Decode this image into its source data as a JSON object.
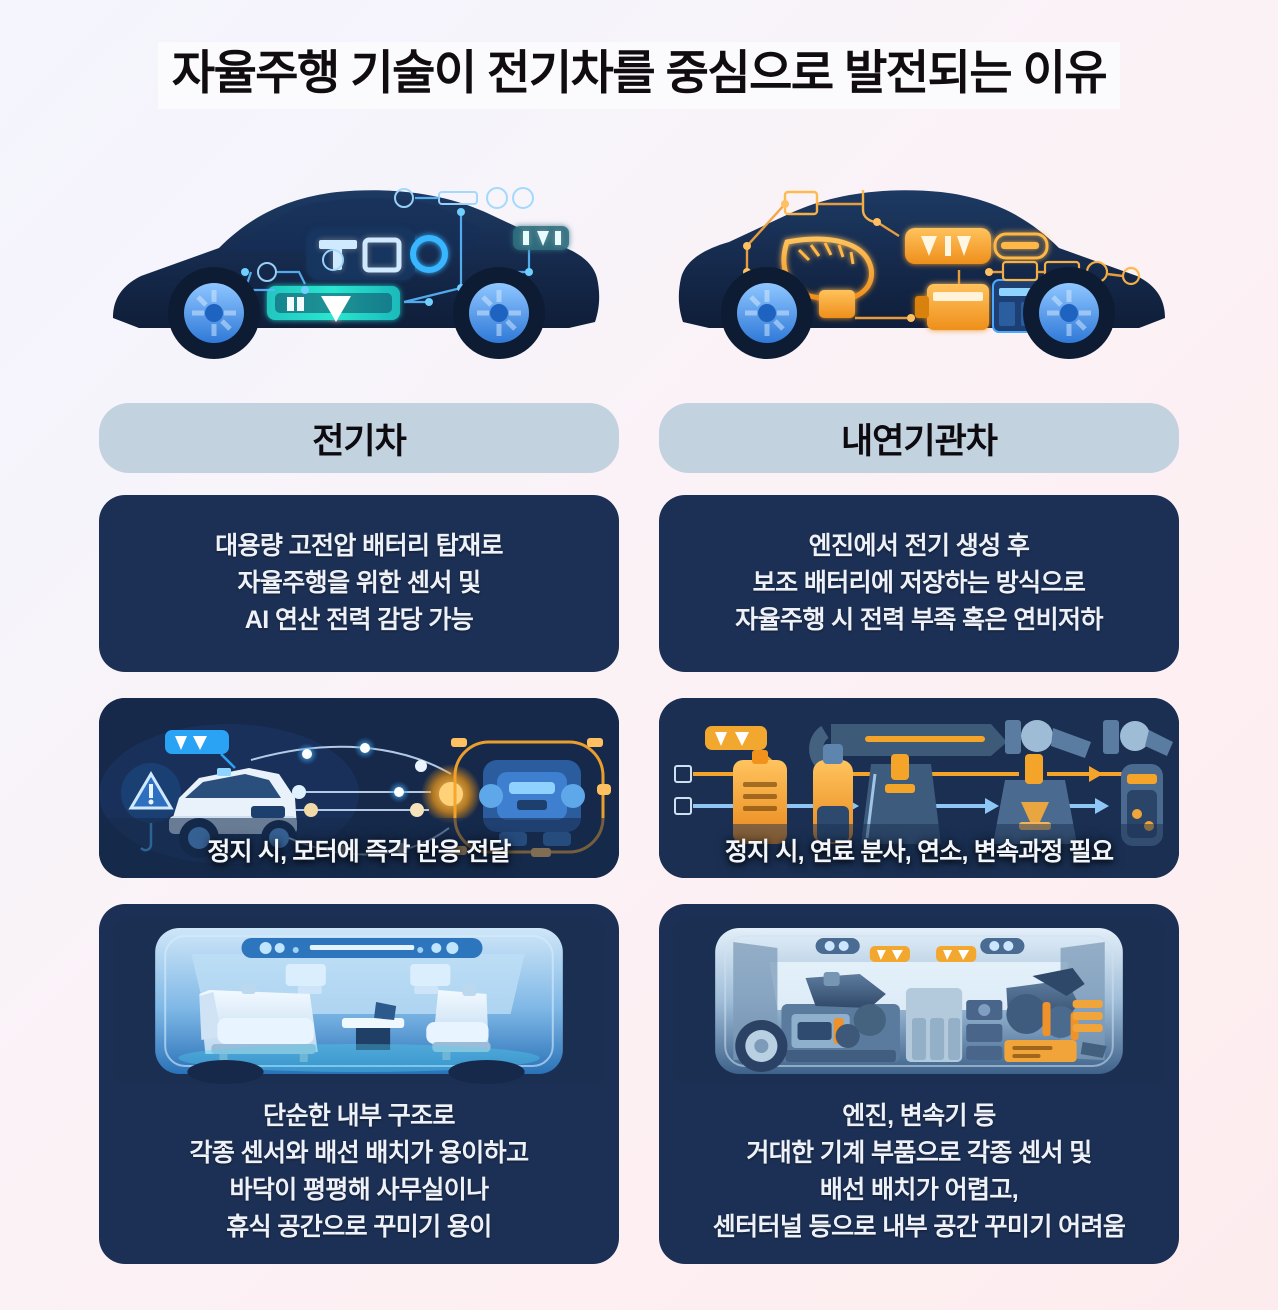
{
  "title": "자율주행 기술이 전기차를 중심으로 발전되는 이유",
  "colors": {
    "bg_start": "#f4f5fd",
    "bg_end": "#fdecee",
    "card_navy": "#1c3055",
    "pill_grey_blue": "#c3d2df",
    "ev_accent_blue": "#3aa7ff",
    "ev_accent_cyan": "#2de8d0",
    "ice_accent_orange": "#f5a02a",
    "title_text": "#100c0f",
    "card_text": "#eef2f8"
  },
  "columns": [
    {
      "id": "ev",
      "header": "전기차",
      "hero_alt": "전기차 측면 투시도 - 배터리 및 센서 배선",
      "rows": [
        {
          "type": "text",
          "text": "대용량 고전압 배터리 탑재로\n자율주행을 위한 센서 및\nAI 연산 전력 감당 가능"
        },
        {
          "type": "illustration",
          "caption": "정지 시, 모터에 즉각 반응 전달",
          "alt": "차량 센서 신호가 모터로 즉시 전달되는 네트워크"
        },
        {
          "type": "illustration_text",
          "alt": "평평한 바닥의 라운지형 전기차 실내",
          "text": "단순한 내부 구조로\n각종 센서와 배선 배치가 용이하고\n바닥이 평평해 사무실이나\n휴식 공간으로 꾸미기 용이"
        }
      ]
    },
    {
      "id": "ice",
      "header": "내연기관차",
      "hero_alt": "내연기관차 측면 투시도 - 엔진 및 변속기 배치",
      "rows": [
        {
          "type": "text",
          "text": "엔진에서 전기 생성 후\n보조 배터리에 저장하는 방식으로\n자율주행 시 전력 부족 혹은 연비저하"
        },
        {
          "type": "illustration",
          "caption": "정지 시, 연료 분사, 연소, 변속과정 필요",
          "alt": "연료 분사에서 연소, 변속까지 이어지는 공정 흐름"
        },
        {
          "type": "illustration_text",
          "alt": "기계 부품으로 가득 찬 내연기관차 실내",
          "text": "엔진, 변속기 등\n거대한 기계 부품으로 각종 센서 및\n배선 배치가 어렵고,\n센터터널 등으로 내부 공간 꾸미기 어려움"
        }
      ]
    }
  ]
}
